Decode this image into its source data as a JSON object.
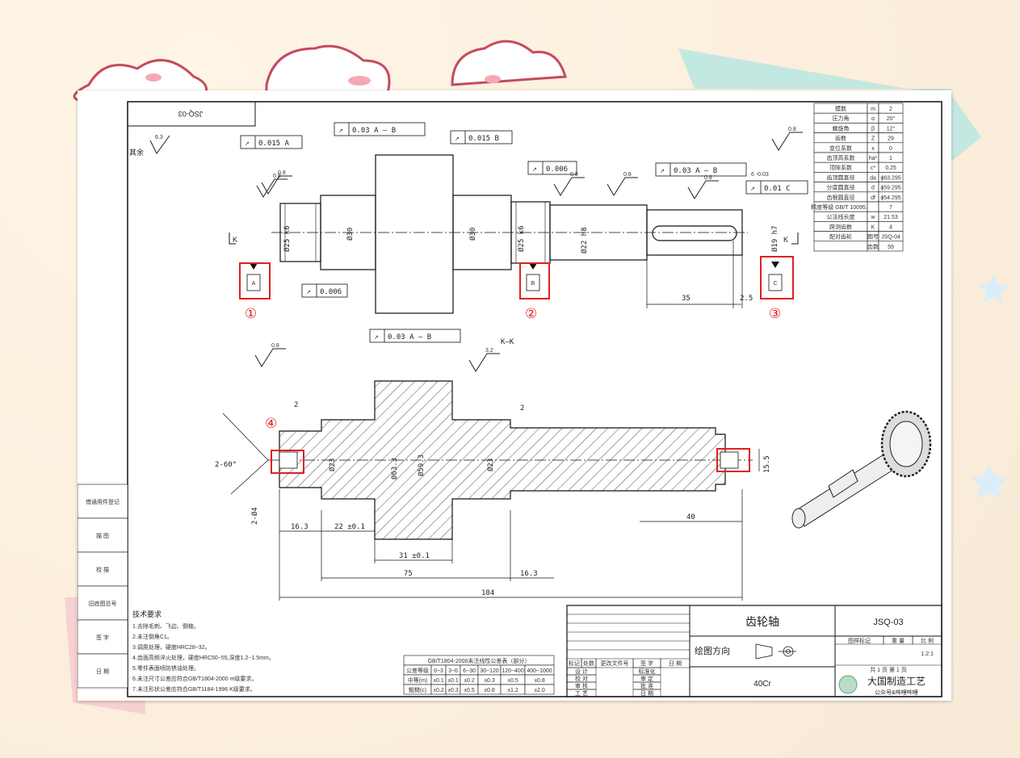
{
  "drawing": {
    "number": "JSQ-03",
    "name": "齿轮轴",
    "material": "40Cr",
    "projection_label": "绘图方向",
    "company": "大国制造工艺",
    "company_sub": "公众号&哔哩哔哩",
    "scale": "1:2:1",
    "sheet": "共 1 页   第 1 页",
    "title_header": [
      "图样标记",
      "重 量",
      "比 例"
    ],
    "section_label": "K—K",
    "roughness_rest": "其余",
    "roughness_rest_value": "6.3"
  },
  "gear_params": [
    {
      "name": "模数",
      "sym": "m",
      "val": "2"
    },
    {
      "name": "压力角",
      "sym": "α",
      "val": "20°"
    },
    {
      "name": "螺旋角",
      "sym": "β",
      "val": "12°"
    },
    {
      "name": "齿数",
      "sym": "Z",
      "val": "29"
    },
    {
      "name": "变位系数",
      "sym": "x",
      "val": "0"
    },
    {
      "name": "齿顶高系数",
      "sym": "ha*",
      "val": "1"
    },
    {
      "name": "顶隙系数",
      "sym": "c*",
      "val": "0.25"
    },
    {
      "name": "齿顶圆直径",
      "sym": "da",
      "val": "ϕ63.295"
    },
    {
      "name": "分度圆直径",
      "sym": "d",
      "val": "ϕ59.295"
    },
    {
      "name": "齿根圆直径",
      "sym": "df",
      "val": "ϕ54.295"
    },
    {
      "name": "精度等级 GB/T 10095.1",
      "sym": "",
      "val": "7"
    },
    {
      "name": "公法线长度",
      "sym": "w",
      "val": "21.53"
    },
    {
      "name": "跨测齿数",
      "sym": "K",
      "val": "4"
    },
    {
      "name": "配对齿轮",
      "sym": "图号",
      "val": "JSQ-04"
    },
    {
      "name": "",
      "sym": "齿数",
      "val": "59"
    }
  ],
  "tolerance_frames": [
    {
      "id": "f1",
      "text": "0.015  A"
    },
    {
      "id": "f2",
      "text": "0.03  A — B"
    },
    {
      "id": "f3",
      "text": "0.015  B"
    },
    {
      "id": "f4",
      "text": "0.006"
    },
    {
      "id": "f5",
      "text": "0.03  A — B"
    },
    {
      "id": "f6",
      "text": "0.01  C"
    },
    {
      "id": "f7",
      "text": "0.006"
    },
    {
      "id": "f8",
      "text": "0.03  A — B"
    }
  ],
  "datums": [
    "A",
    "B",
    "C"
  ],
  "markers": [
    "①",
    "②",
    "③",
    "④"
  ],
  "dims_top": {
    "d1": "Ø25 k6",
    "d2": "Ø30",
    "d3": "Ø30",
    "d4": "Ø25 k6",
    "d5": "Ø22 h8",
    "d6": "Ø19 h7",
    "l1": "35",
    "l2": "2.5",
    "keyway": "6 -0.03"
  },
  "dims_bottom": {
    "l1": "16.3",
    "l2": "22 ±0.1",
    "l3": "31 ±0.1",
    "l4": "75",
    "l5": "16.3",
    "l6": "184",
    "l7": "40",
    "l8": "15.5",
    "chamfer": "2",
    "angle": "2-60°",
    "hole": "2-Ø4",
    "dia1": "Ø23",
    "dia2": "Ø63.3",
    "dia3": "Ø59.3",
    "dia4": "Ø23"
  },
  "roughness": [
    "0.8",
    "0.8",
    "0.8",
    "0.8",
    "0.8",
    "3.2",
    "0.8",
    "0.8"
  ],
  "left_stamps": [
    "借通用件登记",
    "描 图",
    "校 描",
    "旧底图总号",
    "签 字",
    "日 期"
  ],
  "tech_req": {
    "title": "技术要求",
    "items": [
      "1.去除毛刺、飞边、倒棱。",
      "2.未注倒角C1。",
      "3.调质处理，硬度HRC28~32。",
      "4.齿面高频淬火处理，硬度HRC50~55,深度1.2~1.5mm。",
      "5.零件表面喷防锈油处理。",
      "6.未注尺寸公差应符合GB/T1804-2000 m级要求。",
      "7.未注形状公差应符合GB/T1184-1996 K级要求。"
    ]
  },
  "tol_table": {
    "title": "GB/T1804-2000未注线性公差表（部分）",
    "header": [
      "公差等级",
      "0~3",
      "3~6",
      "6~30",
      "30~120",
      "120~400",
      "400~1000"
    ],
    "rows": [
      [
        "中等(m)",
        "±0.1",
        "±0.1",
        "±0.2",
        "±0.3",
        "±0.5",
        "±0.8"
      ],
      [
        "粗糙(c)",
        "±0.2",
        "±0.3",
        "±0.5",
        "±0.8",
        "±1.2",
        "±2.0"
      ]
    ]
  },
  "title_block": {
    "rev_header": [
      "标记",
      "处数",
      "更改文件号",
      "签 字",
      "日 期"
    ],
    "roles_left": [
      "设 计",
      "校 对",
      "审 核",
      "工 艺"
    ],
    "roles_right": [
      "标准化",
      "审 定",
      "批 准",
      "日 期"
    ]
  }
}
